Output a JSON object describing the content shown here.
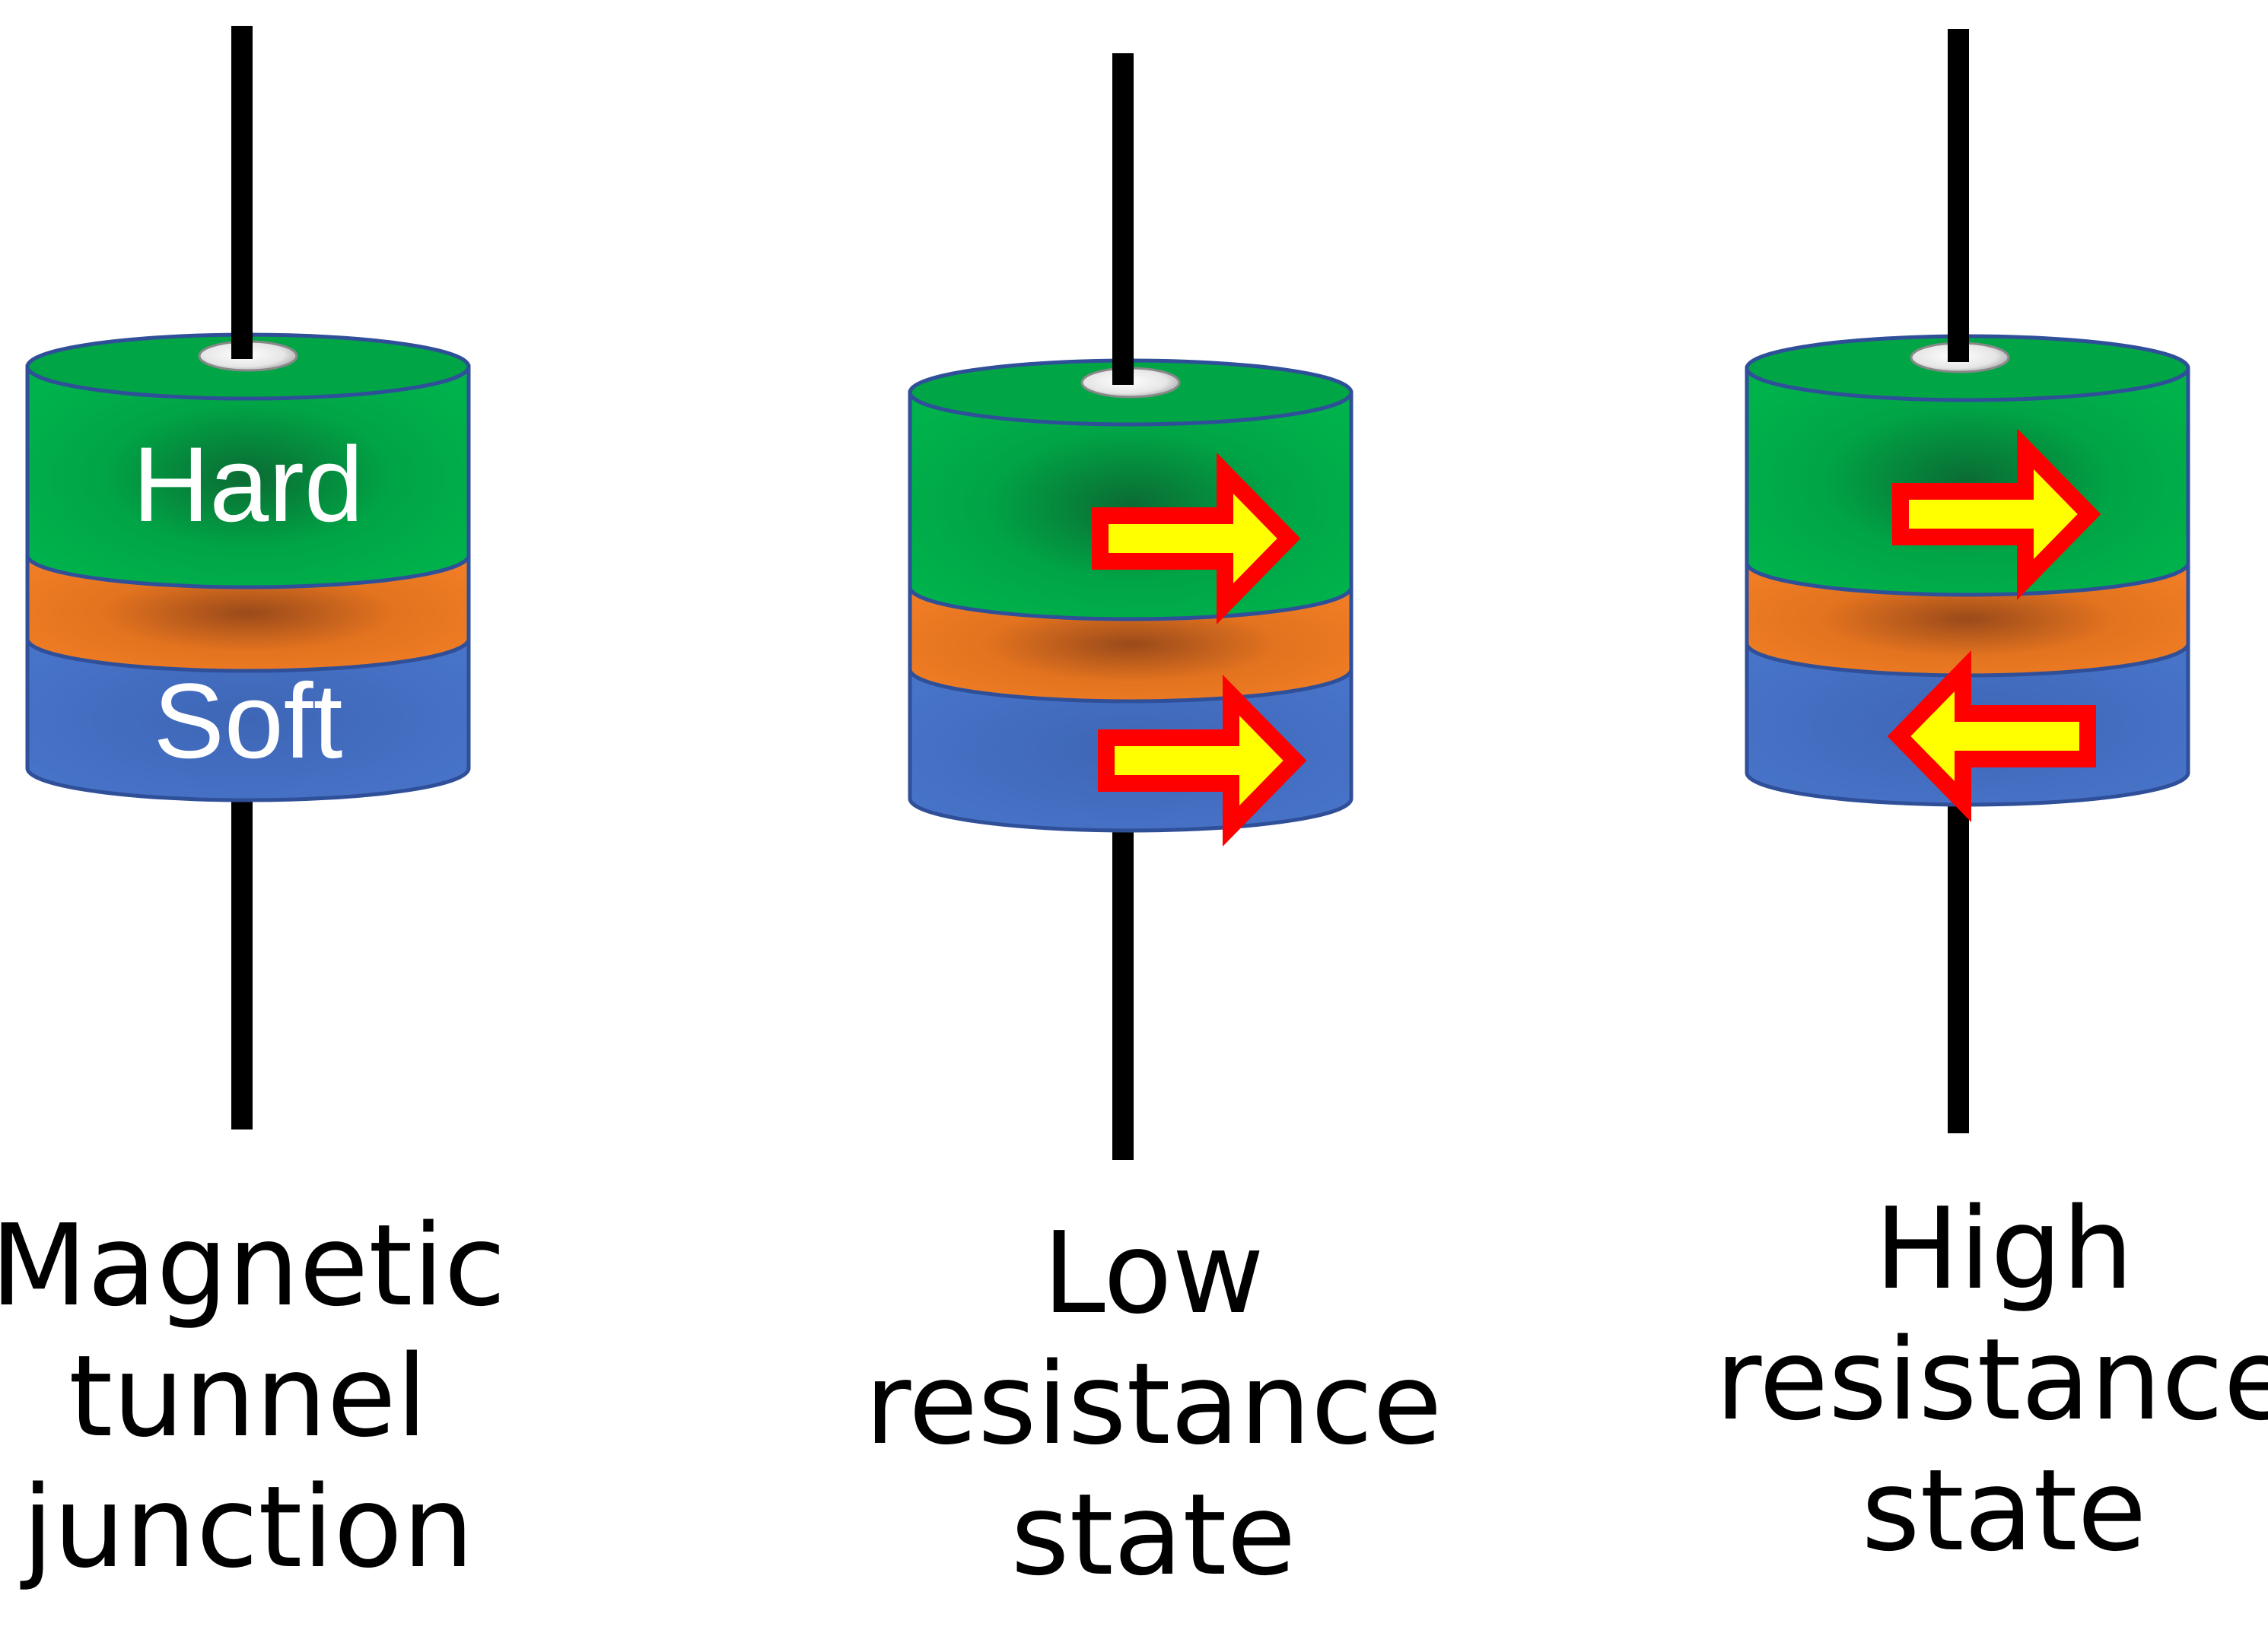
{
  "colors": {
    "hard_layer": "#00aa47",
    "barrier_layer": "#ee7a22",
    "soft_layer": "#4472c4",
    "outline": "#2f4f99",
    "arrow_fill": "#ffff00",
    "arrow_stroke": "#ff0000",
    "lead": "#000000"
  },
  "devices": [
    {
      "caption": [
        "Magnetic",
        "tunnel",
        "junction"
      ],
      "hard_label": "Hard",
      "soft_label": "Soft",
      "hard_arrow": "",
      "soft_arrow": ""
    },
    {
      "caption": [
        "Low",
        "resistance",
        "state"
      ],
      "hard_label": "",
      "soft_label": "",
      "hard_arrow": "right",
      "soft_arrow": "right"
    },
    {
      "caption": [
        "High",
        "resistance",
        "state"
      ],
      "hard_label": "",
      "soft_label": "",
      "hard_arrow": "right",
      "soft_arrow": "left"
    }
  ]
}
